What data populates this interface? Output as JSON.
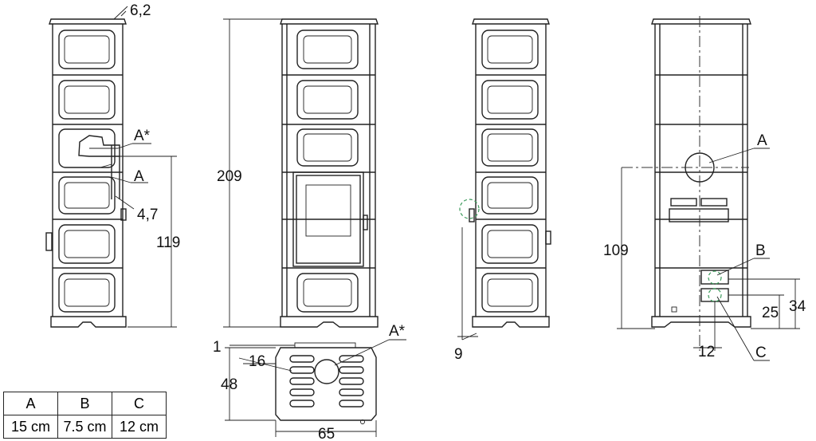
{
  "dimensions": {
    "d_6_2": "6,2",
    "d_4_7": "4,7",
    "d_119": "119",
    "d_209": "209",
    "d_1": "1",
    "d_16": "16",
    "d_48": "48",
    "d_65": "65",
    "d_9": "9",
    "d_109": "109",
    "d_25": "25",
    "d_34": "34",
    "d_12": "12"
  },
  "labels": {
    "a_star_side": "A*",
    "a_side": "A",
    "a_star_top": "A*",
    "a_back": "A",
    "b_back": "B",
    "c_back": "C"
  },
  "legend": {
    "headers": [
      "A",
      "B",
      "C"
    ],
    "values": [
      "15 cm",
      "7.5 cm",
      "12 cm"
    ]
  }
}
